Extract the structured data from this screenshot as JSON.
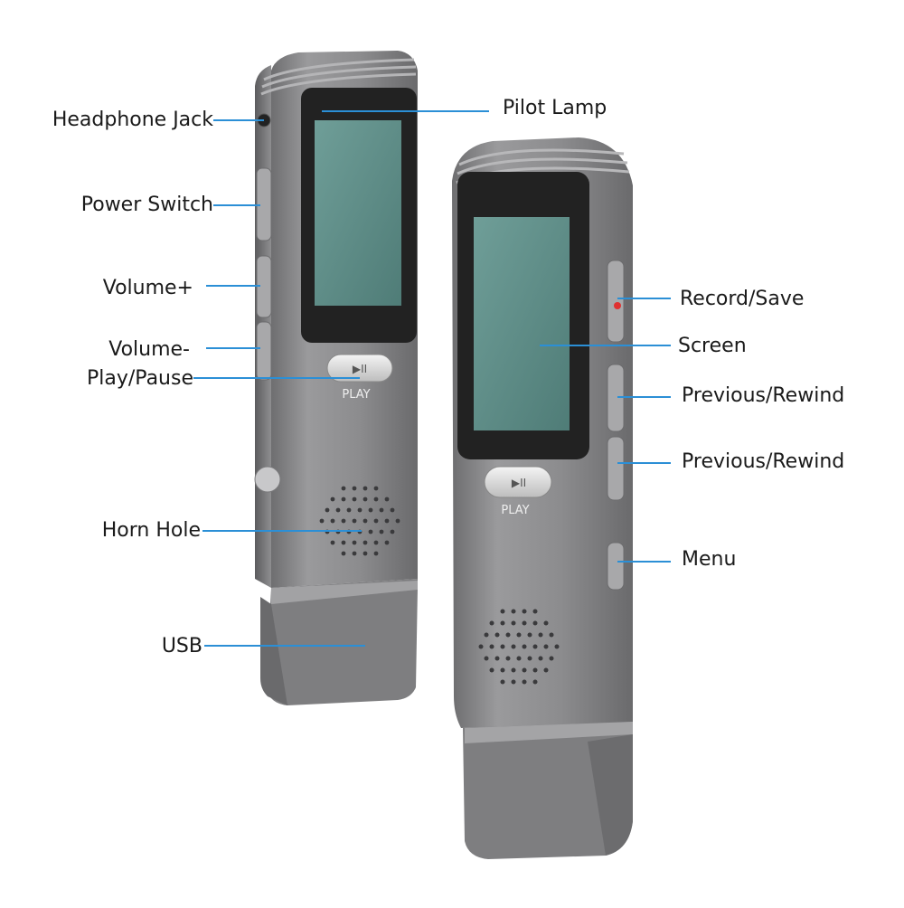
{
  "labels": {
    "headphone_jack": "Headphone Jack",
    "power_switch": "Power Switch",
    "volume_plus": "Volume+",
    "volume_minus": "Volume-",
    "play_pause": "Play/Pause",
    "horn_hole": "Horn Hole",
    "usb": "USB",
    "pilot_lamp": "Pilot Lamp",
    "record_save": "Record/Save",
    "screen": "Screen",
    "previous_rewind_1": "Previous/Rewind",
    "previous_rewind_2": "Previous/Rewind",
    "menu": "Menu"
  },
  "device": {
    "play_text": "PLAY"
  },
  "colors": {
    "callout_line": "#2b8fd6",
    "body": "#8a8a8c",
    "screen": "#5f8f8a",
    "record_dot": "#e03030"
  }
}
